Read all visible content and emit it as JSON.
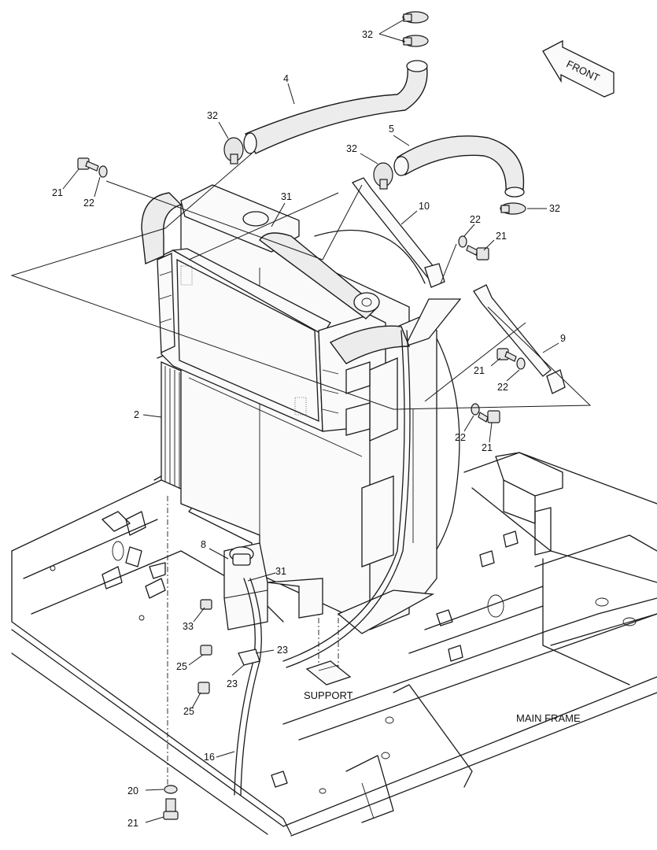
{
  "diagram": {
    "direction_label": "FRONT",
    "captions": {
      "support": "SUPPORT",
      "main_frame": "MAIN FRAME"
    },
    "callouts": [
      {
        "id": "c32a",
        "text": "32"
      },
      {
        "id": "c4",
        "text": "4"
      },
      {
        "id": "c32b",
        "text": "32"
      },
      {
        "id": "c5",
        "text": "5"
      },
      {
        "id": "c32c",
        "text": "32"
      },
      {
        "id": "c32d",
        "text": "32"
      },
      {
        "id": "c21a",
        "text": "21"
      },
      {
        "id": "c22a",
        "text": "22"
      },
      {
        "id": "c31a",
        "text": "31"
      },
      {
        "id": "c10",
        "text": "10"
      },
      {
        "id": "c22b",
        "text": "22"
      },
      {
        "id": "c21b",
        "text": "21"
      },
      {
        "id": "c9",
        "text": "9"
      },
      {
        "id": "c21c",
        "text": "21"
      },
      {
        "id": "c22c",
        "text": "22"
      },
      {
        "id": "c2",
        "text": "2"
      },
      {
        "id": "c22d",
        "text": "22"
      },
      {
        "id": "c21d",
        "text": "21"
      },
      {
        "id": "c8",
        "text": "8"
      },
      {
        "id": "c31b",
        "text": "31"
      },
      {
        "id": "c33",
        "text": "33"
      },
      {
        "id": "c23a",
        "text": "23"
      },
      {
        "id": "c25a",
        "text": "25"
      },
      {
        "id": "c23b",
        "text": "23"
      },
      {
        "id": "c25b",
        "text": "25"
      },
      {
        "id": "c16",
        "text": "16"
      },
      {
        "id": "c20",
        "text": "20"
      },
      {
        "id": "c21e",
        "text": "21"
      }
    ]
  }
}
